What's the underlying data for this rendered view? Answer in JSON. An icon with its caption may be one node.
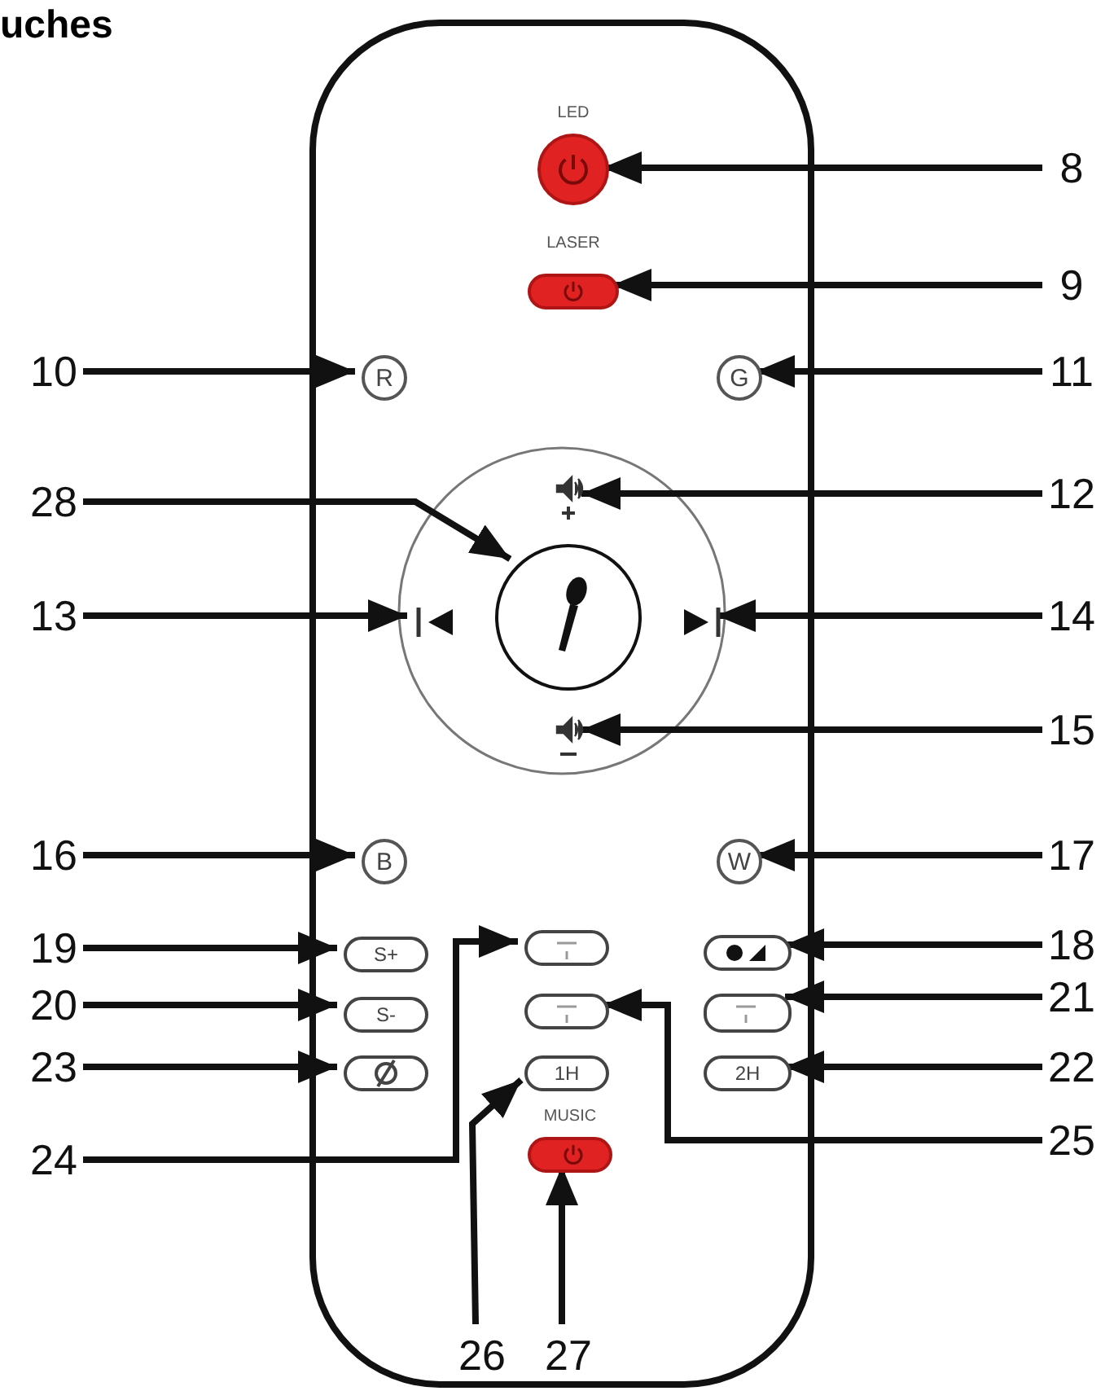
{
  "diagram": {
    "title": "uches",
    "nodes": [
      {
        "text": [],
        "shape": "box"
      },
      {
        "text": [
          "LED"
        ],
        "in": 0
      },
      {
        "text": [
          "LASER"
        ],
        "in": 0
      },
      {
        "text": [
          "R"
        ],
        "in": 0
      },
      {
        "text": [
          "G"
        ],
        "in": 0
      },
      {
        "text": [],
        "shape": "icon",
        "in": 0
      },
      {
        "text": [],
        "shape": "icon",
        "in": 0
      },
      {
        "text": [],
        "shape": "circle",
        "in": 0
      },
      {
        "text": [],
        "shape": "icon",
        "in": 0
      },
      {
        "text": [],
        "shape": "icon",
        "in": 0
      },
      {
        "text": [
          "B"
        ],
        "in": 0
      },
      {
        "text": [
          "W"
        ],
        "in": 0
      },
      {
        "text": [
          "S+"
        ],
        "in": 0
      },
      {
        "text": [
          "S-"
        ],
        "in": 0
      },
      {
        "text": [],
        "shape": "button",
        "in": 0
      },
      {
        "text": [],
        "shape": "button",
        "in": 0
      },
      {
        "text": [],
        "shape": "button",
        "in": 0
      },
      {
        "text": [
          "2H"
        ],
        "in": 0
      },
      {
        "text": [],
        "shape": "button",
        "in": 0
      },
      {
        "text": [],
        "shape": "button",
        "in": 0
      },
      {
        "text": [
          "1H"
        ],
        "in": 0
      },
      {
        "text": [
          "MUSIC"
        ],
        "in": 0
      },
      {
        "text": [
          "8"
        ]
      },
      {
        "text": [
          "9"
        ]
      },
      {
        "text": [
          "10"
        ]
      },
      {
        "text": [
          "11"
        ]
      },
      {
        "text": [
          "28"
        ]
      },
      {
        "text": [
          "12"
        ]
      },
      {
        "text": [
          "13"
        ]
      },
      {
        "text": [
          "14"
        ]
      },
      {
        "text": [
          "15"
        ]
      },
      {
        "text": [
          "16"
        ]
      },
      {
        "text": [
          "17"
        ]
      },
      {
        "text": [
          "19"
        ]
      },
      {
        "text": [
          "18"
        ]
      },
      {
        "text": [
          "20"
        ]
      },
      {
        "text": [
          "21"
        ]
      },
      {
        "text": [
          "23"
        ]
      },
      {
        "text": [
          "22"
        ]
      },
      {
        "text": [
          "24"
        ]
      },
      {
        "text": [
          "25"
        ]
      },
      {
        "text": [
          "26"
        ],
        "in": 0
      },
      {
        "text": [
          "27"
        ],
        "in": 0
      }
    ],
    "edges": [
      {
        "from": 22,
        "to": 1,
        "arrow": "to"
      },
      {
        "from": 23,
        "to": 2,
        "arrow": "to"
      },
      {
        "from": 24,
        "to": 3,
        "arrow": "to"
      },
      {
        "from": 25,
        "to": 4,
        "arrow": "to"
      },
      {
        "from": 26,
        "to": 7,
        "arrow": "to"
      },
      {
        "from": 27,
        "to": 5,
        "arrow": "to"
      },
      {
        "from": 28,
        "to": 6,
        "arrow": "to"
      },
      {
        "from": 29,
        "to": 8,
        "arrow": "to"
      },
      {
        "from": 30,
        "to": 9,
        "arrow": "to"
      },
      {
        "from": 31,
        "to": 10,
        "arrow": "to"
      },
      {
        "from": 32,
        "to": 11,
        "arrow": "to"
      },
      {
        "from": 33,
        "to": 12,
        "arrow": "to"
      },
      {
        "from": 34,
        "to": 15,
        "arrow": "to"
      },
      {
        "from": 35,
        "to": 13,
        "arrow": "to"
      },
      {
        "from": 36,
        "to": 16,
        "arrow": "to"
      },
      {
        "from": 37,
        "to": 14,
        "arrow": "to"
      },
      {
        "from": 38,
        "to": 17,
        "arrow": "to"
      },
      {
        "from": 39,
        "to": 18,
        "arrow": "to"
      },
      {
        "from": 40,
        "to": 19,
        "arrow": "to"
      },
      {
        "from": 41,
        "to": 20,
        "arrow": "to"
      },
      {
        "from": 42,
        "to": 21,
        "arrow": "to"
      }
    ]
  }
}
